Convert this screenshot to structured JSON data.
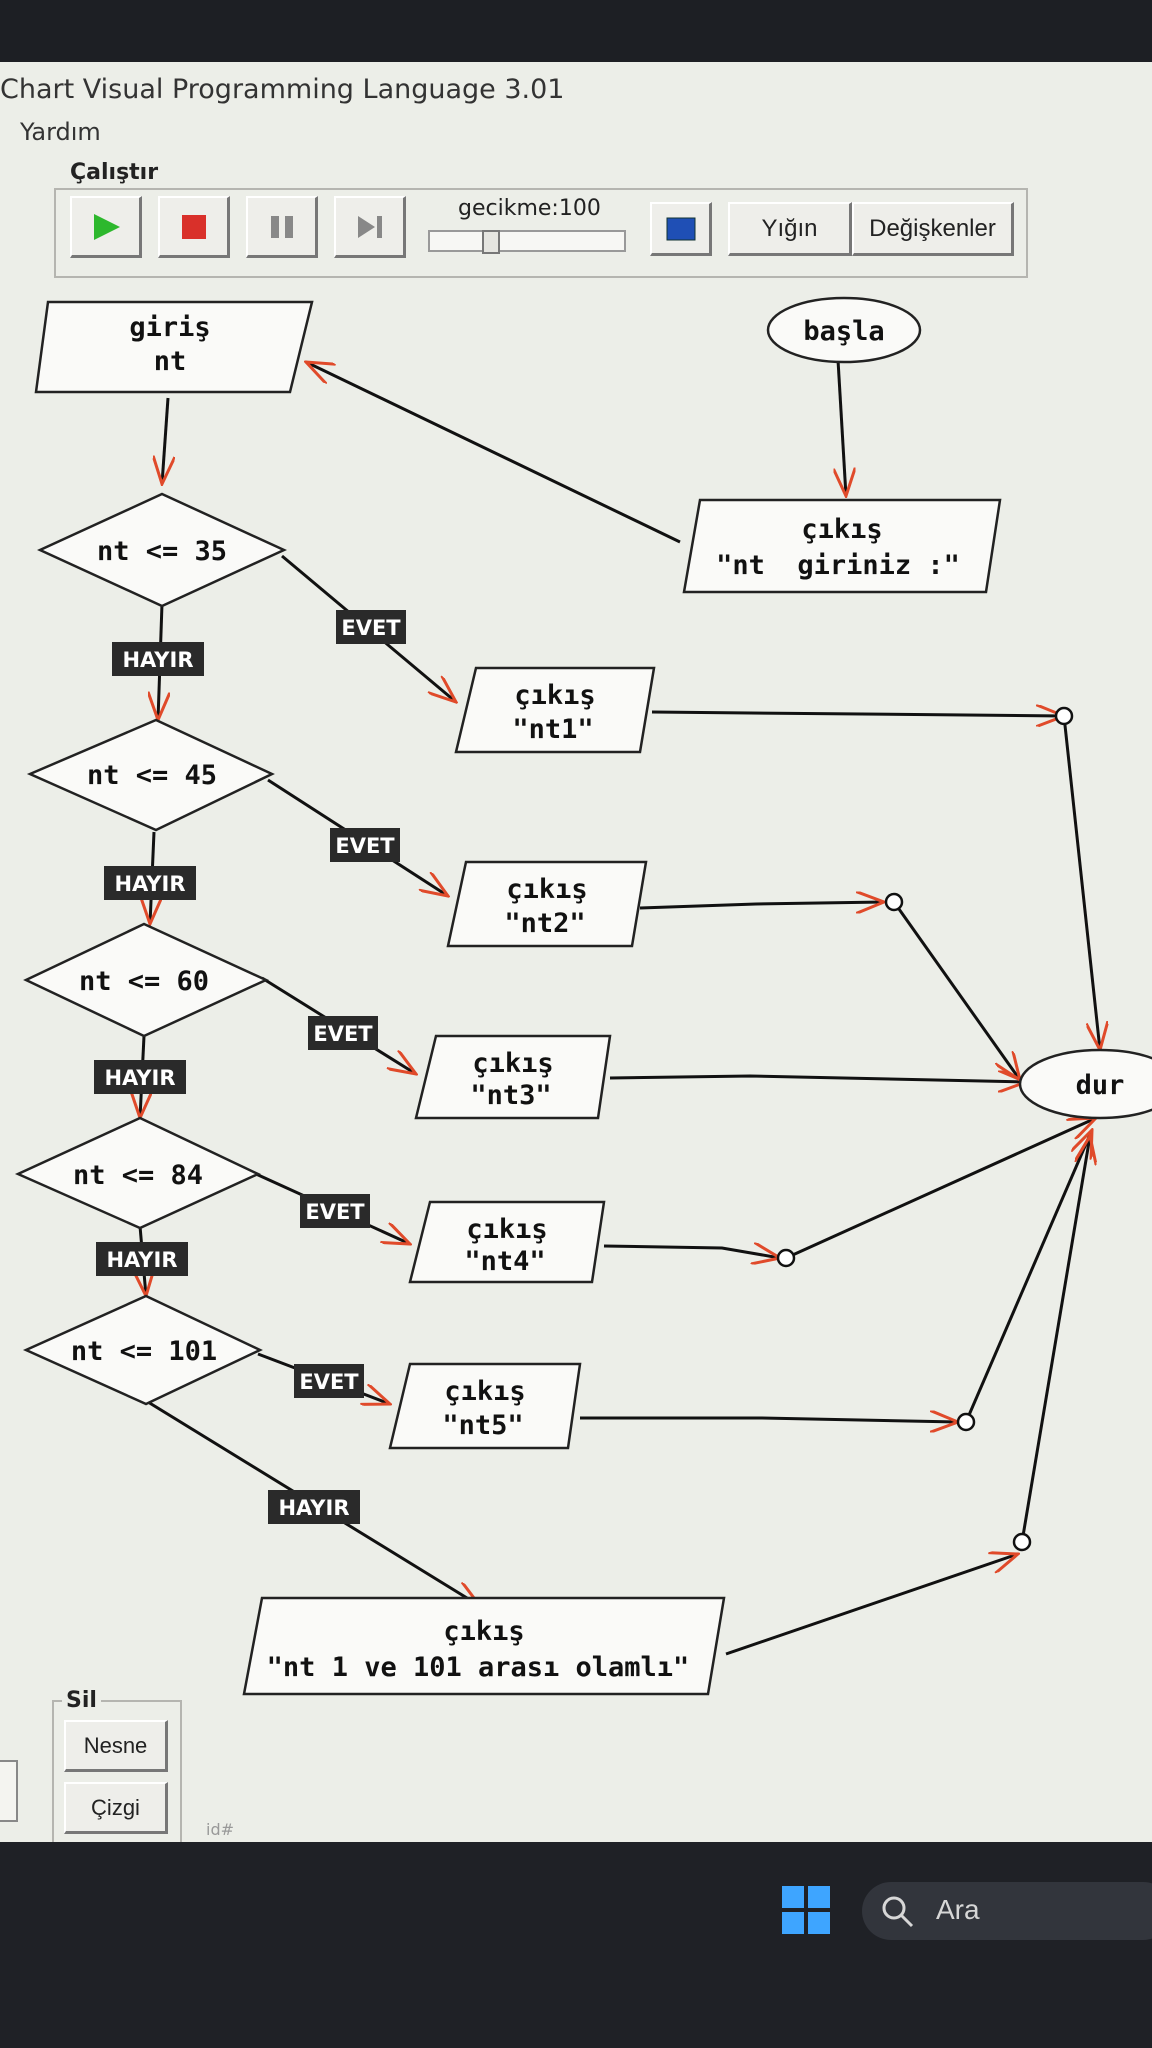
{
  "app": {
    "title": "Chart Visual Programming Language 3.01",
    "menu": [
      "Yardım"
    ]
  },
  "toolbar": {
    "group_label": "Çalıştır",
    "play_icon": "play-icon",
    "stop_icon": "stop-icon",
    "pause_icon": "pause-icon",
    "step_icon": "step-icon",
    "delay_label": "gecikme:100",
    "stack_button": "Yığın",
    "variables_button": "Değişkenler"
  },
  "flowchart": {
    "start": "başla",
    "end": "dur",
    "input": {
      "line1": "giriş",
      "line2": "nt"
    },
    "prompt": {
      "line1": "çıkış",
      "line2": "\"nt  giriniz :\""
    },
    "decisions": [
      "nt <= 35",
      "nt <= 45",
      "nt <= 60",
      "nt <= 84",
      "nt <= 101"
    ],
    "outputs": [
      {
        "line1": "çıkış",
        "line2": "\"nt1\""
      },
      {
        "line1": "çıkış",
        "line2": "\"nt2\""
      },
      {
        "line1": "çıkış",
        "line2": "\"nt3\""
      },
      {
        "line1": "çıkış",
        "line2": "\"nt4\""
      },
      {
        "line1": "çıkış",
        "line2": "\"nt5\""
      }
    ],
    "error_output": {
      "line1": "çıkış",
      "line2": "\"nt 1 ve 101 arası olamlı\""
    },
    "yes_label": "EVET",
    "no_label": "HAYIR"
  },
  "delete_panel": {
    "group_label": "Sil",
    "object_button": "Nesne",
    "line_button": "Çizgi",
    "id_label": "id#"
  },
  "taskbar": {
    "search_label": "Ara"
  },
  "colors": {
    "arrow": "#e04a2a",
    "label_bg": "#2a2a2a",
    "label_fg": "#ffffff",
    "play": "#2db82d",
    "stop": "#d9302a",
    "windows": "#3ea5ff"
  }
}
